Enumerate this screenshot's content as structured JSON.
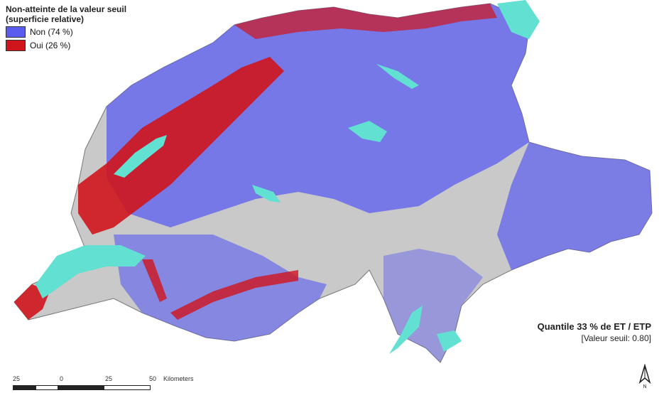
{
  "legend": {
    "title_line1": "Non-atteinte de la valeur seuil",
    "title_line2": "(superficie relative)",
    "items": [
      {
        "label": "Non (74 %)",
        "color": "#5a5cf0"
      },
      {
        "label": "Oui (26 %)",
        "color": "#d0141c"
      }
    ]
  },
  "annotation": {
    "title": "Quantile 33 % de ET / ETP",
    "subtitle": "[Valeur seuil: 0.80]"
  },
  "scale": {
    "ticks": [
      "25",
      "0",
      "25",
      "50"
    ],
    "unit": "Kilometers"
  },
  "colors": {
    "lake": "#62e0d2",
    "background_land": "#c9c9c9",
    "non": "#5a5cf0",
    "oui": "#d0141c"
  },
  "icons": {
    "north_arrow": "north-arrow-icon"
  }
}
